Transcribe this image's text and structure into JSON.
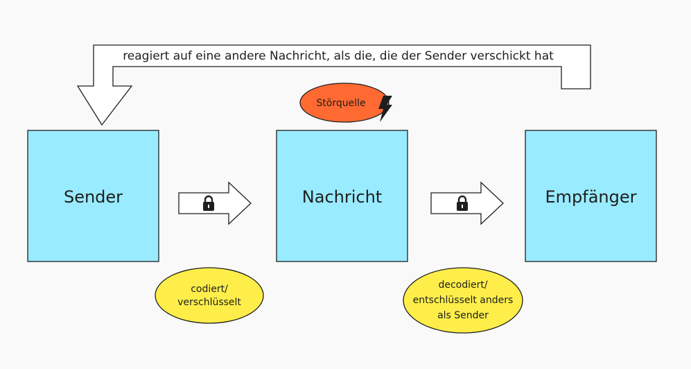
{
  "boxes": {
    "sender": "Sender",
    "message": "Nachricht",
    "receiver": "Empfänger"
  },
  "feedback": {
    "label": "reagiert auf eine andere Nachricht, als die, die der Sender verschickt hat"
  },
  "noise": {
    "label": "Störquelle",
    "icon": "lightning-bolt-icon"
  },
  "encode": {
    "line1": "codiert/",
    "line2": "verschlüsselt",
    "icon": "lock-icon"
  },
  "decode": {
    "line1": "decodiert/",
    "line2": "entschlüsselt anders",
    "line3": "als Sender",
    "icon": "lock-icon"
  },
  "colors": {
    "box_fill": "#99ebff",
    "note_yellow": "#ffee4a",
    "noise_orange": "#ff6a33",
    "stroke": "#1e1e1e"
  }
}
